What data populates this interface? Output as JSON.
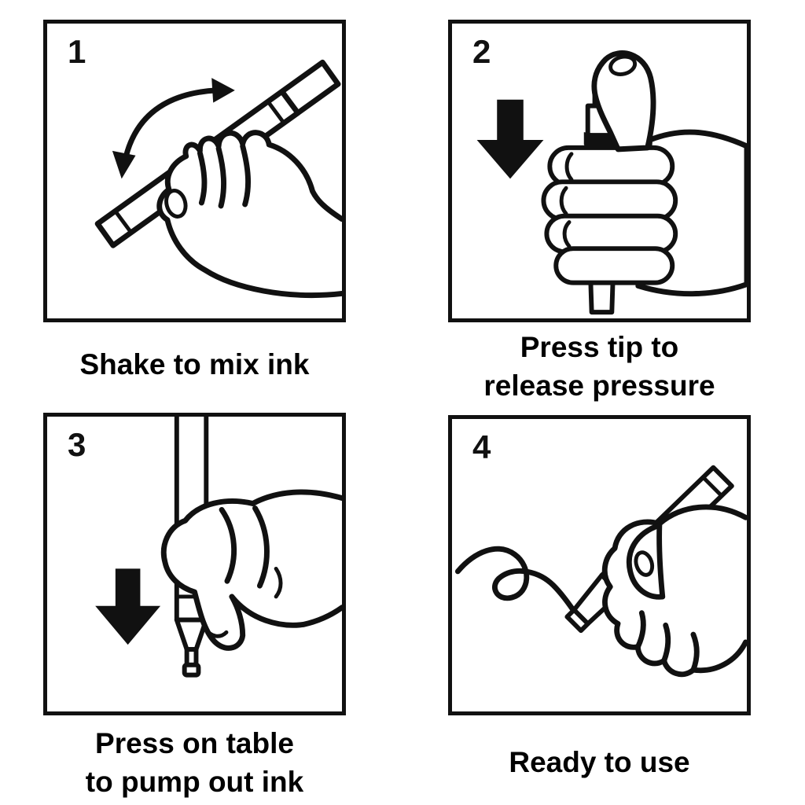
{
  "page": {
    "background": "#ffffff",
    "line_color": "#111111"
  },
  "diagram": {
    "type": "instruction-steps",
    "panels": [
      {
        "number": "1",
        "caption": "Shake to mix ink",
        "icon": "curved-shake-arrow"
      },
      {
        "number": "2",
        "caption": "Press tip to\nrelease pressure",
        "icon": "down-arrow"
      },
      {
        "number": "3",
        "caption": "Press on table\nto pump out ink",
        "icon": "down-arrow"
      },
      {
        "number": "4",
        "caption": "Ready to use",
        "icon": "scribble-line"
      }
    ]
  }
}
